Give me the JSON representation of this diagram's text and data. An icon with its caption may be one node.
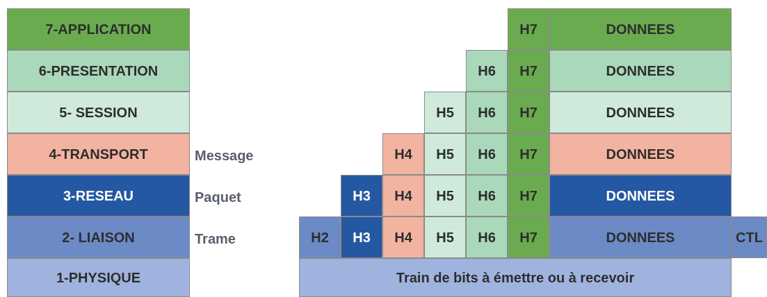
{
  "diagram": {
    "nodes": [
      {
        "text": [
          "7-APPLICATION"
        ]
      },
      {
        "text": [
          "H7"
        ]
      },
      {
        "text": [
          "DONNEES"
        ]
      },
      {
        "text": [
          "6-PRESENTATION"
        ]
      },
      {
        "text": [
          "H6"
        ]
      },
      {
        "text": [
          "H7"
        ]
      },
      {
        "text": [
          "DONNEES"
        ]
      },
      {
        "text": [
          "5- SESSION"
        ]
      },
      {
        "text": [
          "H5"
        ]
      },
      {
        "text": [
          "H6"
        ]
      },
      {
        "text": [
          "H7"
        ]
      },
      {
        "text": [
          "DONNEES"
        ]
      },
      {
        "text": [
          "4-TRANSPORT"
        ]
      },
      {
        "text": [
          "H4"
        ]
      },
      {
        "text": [
          "H5"
        ]
      },
      {
        "text": [
          "H6"
        ]
      },
      {
        "text": [
          "H7"
        ]
      },
      {
        "text": [
          "DONNEES"
        ]
      },
      {
        "text": [
          "3-RESEAU"
        ]
      },
      {
        "text": [
          "H3"
        ]
      },
      {
        "text": [
          "H4"
        ]
      },
      {
        "text": [
          "H5"
        ]
      },
      {
        "text": [
          "H6"
        ]
      },
      {
        "text": [
          "H7"
        ]
      },
      {
        "text": [
          "DONNEES"
        ]
      },
      {
        "text": [
          "2- LIAISON"
        ]
      },
      {
        "text": [
          "H2"
        ]
      },
      {
        "text": [
          "H3"
        ]
      },
      {
        "text": [
          "H4"
        ]
      },
      {
        "text": [
          "H5"
        ]
      },
      {
        "text": [
          "H6"
        ]
      },
      {
        "text": [
          "H7"
        ]
      },
      {
        "text": [
          "DONNEES"
        ]
      },
      {
        "text": [
          "CTL"
        ]
      },
      {
        "text": [
          "1-PHYSIQUE"
        ]
      },
      {
        "text": [
          "Train de bits à émettre ou à recevoir"
        ]
      }
    ],
    "labels": [
      "Message",
      "Paquet",
      "Trame"
    ]
  }
}
